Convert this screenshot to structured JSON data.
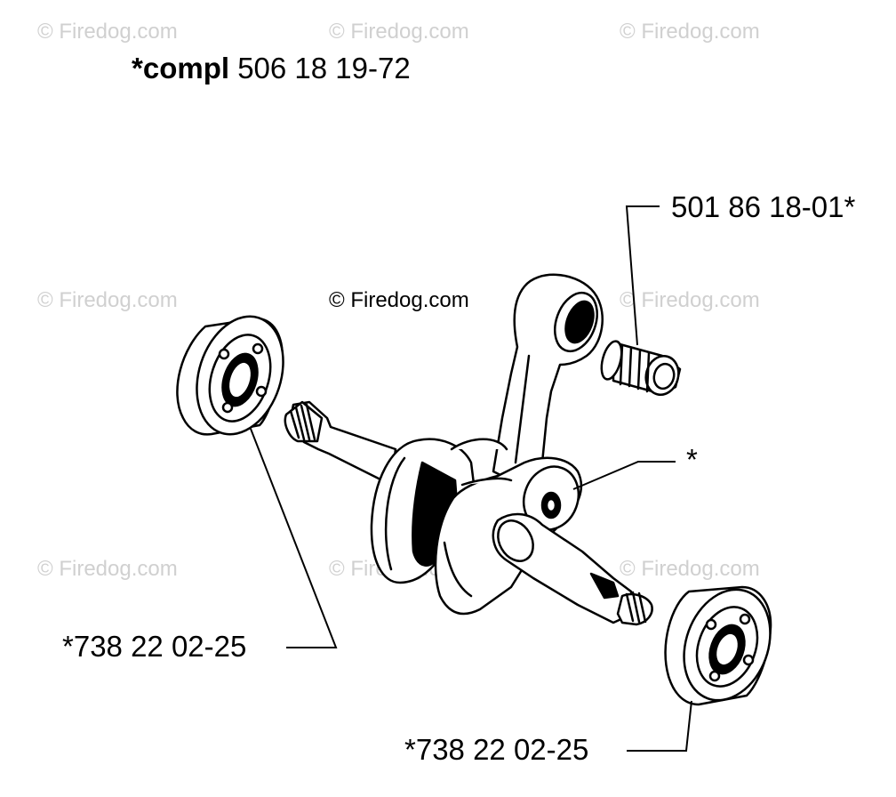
{
  "watermark": "© Firedog.com",
  "title": {
    "prefix": "*compl",
    "part_number": "506 18 19-72"
  },
  "labels": {
    "needle_bearing": "501 86 18-01*",
    "conrod": "*",
    "bearing_left": "*738 22 02-25",
    "bearing_right": "*738 22 02-25"
  }
}
